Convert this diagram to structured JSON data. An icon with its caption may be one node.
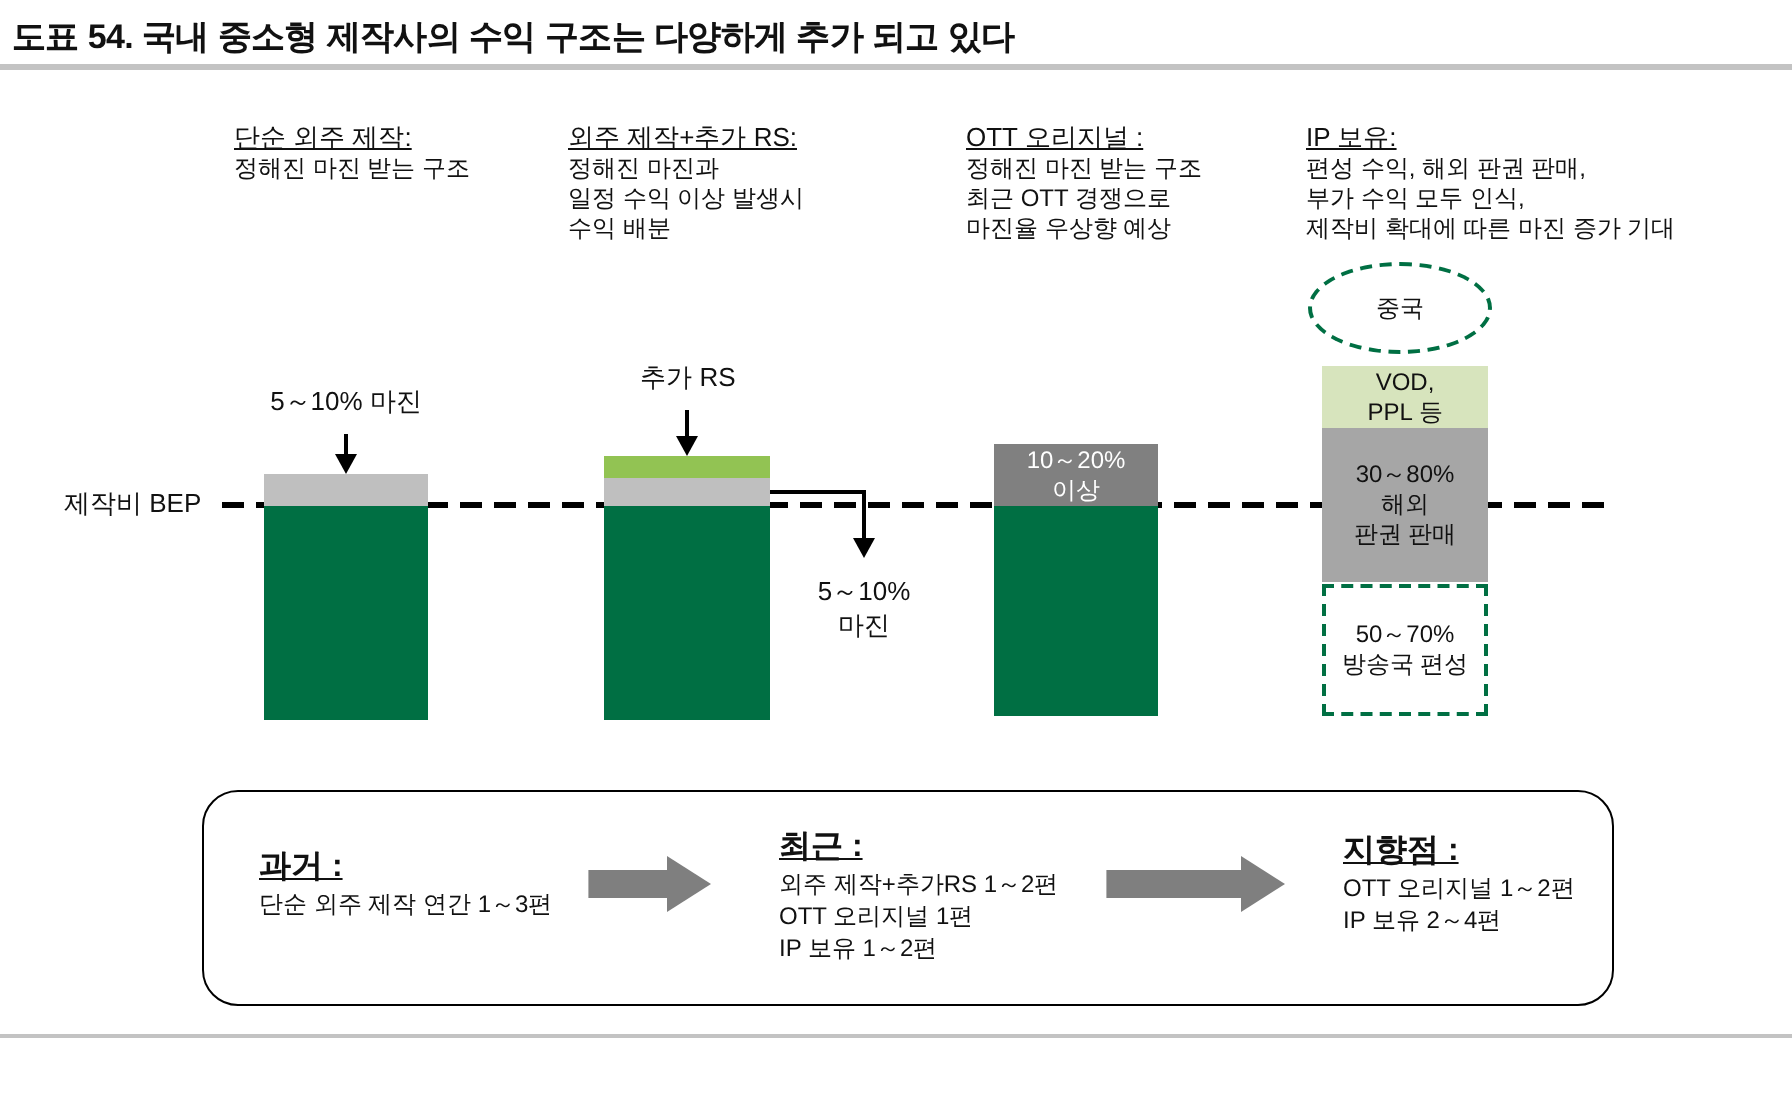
{
  "diagram": {
    "title": "도표 54. 국내 중소형 제작사의 수익 구조는 다양하게 추가 되고 있다",
    "nodes": [
      {
        "text": [
          "5～10% 마진"
        ]
      },
      {
        "text": [],
        "shape": "box"
      },
      {
        "text": [],
        "shape": "bar"
      },
      {
        "text": [
          "추가 RS"
        ]
      },
      {
        "text": [],
        "shape": "box"
      },
      {
        "text": [],
        "shape": "box"
      },
      {
        "text": [],
        "shape": "bar"
      },
      {
        "text": [
          "5～10% 마진"
        ]
      },
      {
        "text": [
          "10～20% 이상"
        ]
      },
      {
        "text": [],
        "shape": "bar"
      },
      {
        "text": [
          "중국"
        ]
      },
      {
        "text": [
          "VOD, PPL 등"
        ]
      },
      {
        "text": [
          "30～80%",
          "해외",
          "판권 판매"
        ]
      },
      {
        "text": [
          "50～70% 방송국 편성"
        ]
      },
      {
        "text": [],
        "shape": "box"
      },
      {
        "text": [
          "과거 :",
          "단순 외주 제작 연간 1～3편"
        ],
        "in": 14
      },
      {
        "text": [
          "최근 :",
          "외주 제작+추가RS 1～2편",
          "OTT 오리지널 1편",
          "IP 보유 1～2편"
        ],
        "in": 14
      },
      {
        "text": [
          "지향점 :",
          "OTT 오리지널 1～2편",
          "IP 보유 2～4편"
        ],
        "in": 14
      }
    ],
    "edges": [
      {
        "from": 0,
        "to": 1,
        "arrow": "to"
      },
      {
        "from": 3,
        "to": 4,
        "arrow": "to"
      },
      {
        "from": 5,
        "to": 7,
        "arrow": "to"
      },
      {
        "from": 15,
        "to": 16,
        "arrow": "to",
        "style": "thick",
        "color": "#7f7f7f"
      },
      {
        "from": 16,
        "to": 17,
        "arrow": "to",
        "style": "thick",
        "color": "#7f7f7f"
      }
    ],
    "labels": [
      "단순 외주 제작:",
      "정해진 마진 받는 구조",
      "외주 제작+추가 RS:",
      "정해진 마진과",
      "일정 수익 이상 발생시",
      "수익 배분",
      "OTT 오리지널 :",
      "정해진 마진 받는 구조",
      "최근 OTT 경쟁으로",
      "마진율 우상향 예상",
      "IP 보유:",
      "편성 수익, 해외 판권 판매,",
      "부가 수익 모두 인식,",
      "제작비 확대에 따른 마진 증가 기대",
      "제작비 BEP"
    ]
  }
}
